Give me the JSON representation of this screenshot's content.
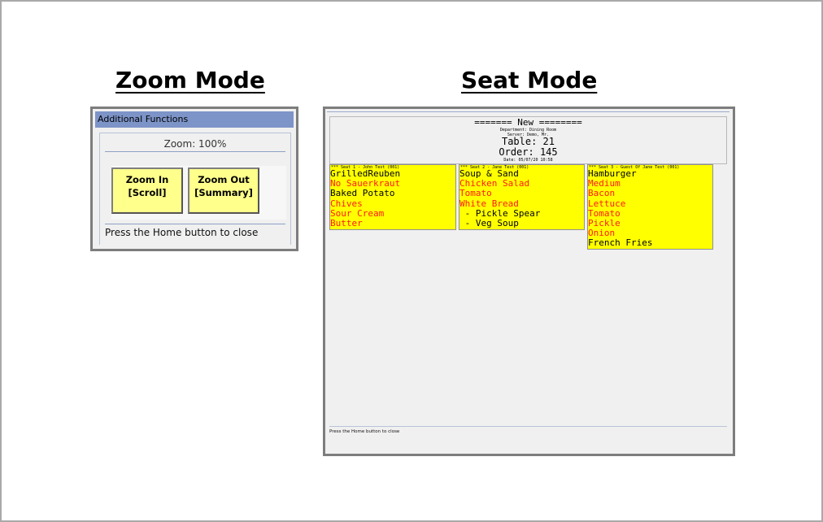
{
  "headings": {
    "zoom_mode": "Zoom Mode",
    "seat_mode": "Seat Mode"
  },
  "zoom_panel": {
    "title": "Additional Functions",
    "zoom_level": "Zoom: 100%",
    "buttons": [
      {
        "line1": "Zoom In",
        "line2": "[Scroll]"
      },
      {
        "line1": "Zoom Out",
        "line2": "[Summary]"
      }
    ],
    "close_hint": "Press the Home button to close"
  },
  "seat_panel": {
    "header": {
      "status": "======= New ========",
      "department": "Department: Dining Room",
      "server": "Server: Demo, Mr.",
      "table": "Table: 21",
      "order": "Order: 145",
      "date": "Date: 05/07/20 10:58"
    },
    "seats": [
      {
        "label": "*** Seat 1 - John Test (001)",
        "items": [
          {
            "text": "GrilledReuben",
            "color": "black"
          },
          {
            "text": "No Sauerkraut",
            "color": "red"
          },
          {
            "text": "Baked Potato",
            "color": "black"
          },
          {
            "text": "Chives",
            "color": "red"
          },
          {
            "text": "Sour Cream",
            "color": "red"
          },
          {
            "text": "Butter",
            "color": "red"
          }
        ]
      },
      {
        "label": "*** Seat 2 - Jane Test (001)",
        "items": [
          {
            "text": "Soup & Sand",
            "color": "black"
          },
          {
            "text": "Chicken Salad",
            "color": "red"
          },
          {
            "text": "Tomato",
            "color": "red"
          },
          {
            "text": "White Bread",
            "color": "red"
          },
          {
            "text": " - Pickle Spear",
            "color": "black"
          },
          {
            "text": " - Veg Soup",
            "color": "black"
          }
        ]
      },
      {
        "label": "*** Seat 3 - Guest Of Jane Test (001)",
        "items": [
          {
            "text": "Hamburger",
            "color": "black"
          },
          {
            "text": "Medium",
            "color": "red"
          },
          {
            "text": "Bacon",
            "color": "red"
          },
          {
            "text": "Lettuce",
            "color": "red"
          },
          {
            "text": "Tomato",
            "color": "red"
          },
          {
            "text": "Pickle",
            "color": "red"
          },
          {
            "text": "Onion",
            "color": "red"
          },
          {
            "text": "French Fries",
            "color": "black"
          }
        ]
      }
    ],
    "close_hint": "Press the Home button to close"
  },
  "colors": {
    "titlebar": "#7d94c8",
    "button_fill": "#ffff8c",
    "seat_fill": "#ffff00",
    "item_red": "#ff1a1a",
    "panel_bg": "#f0f0f0"
  }
}
